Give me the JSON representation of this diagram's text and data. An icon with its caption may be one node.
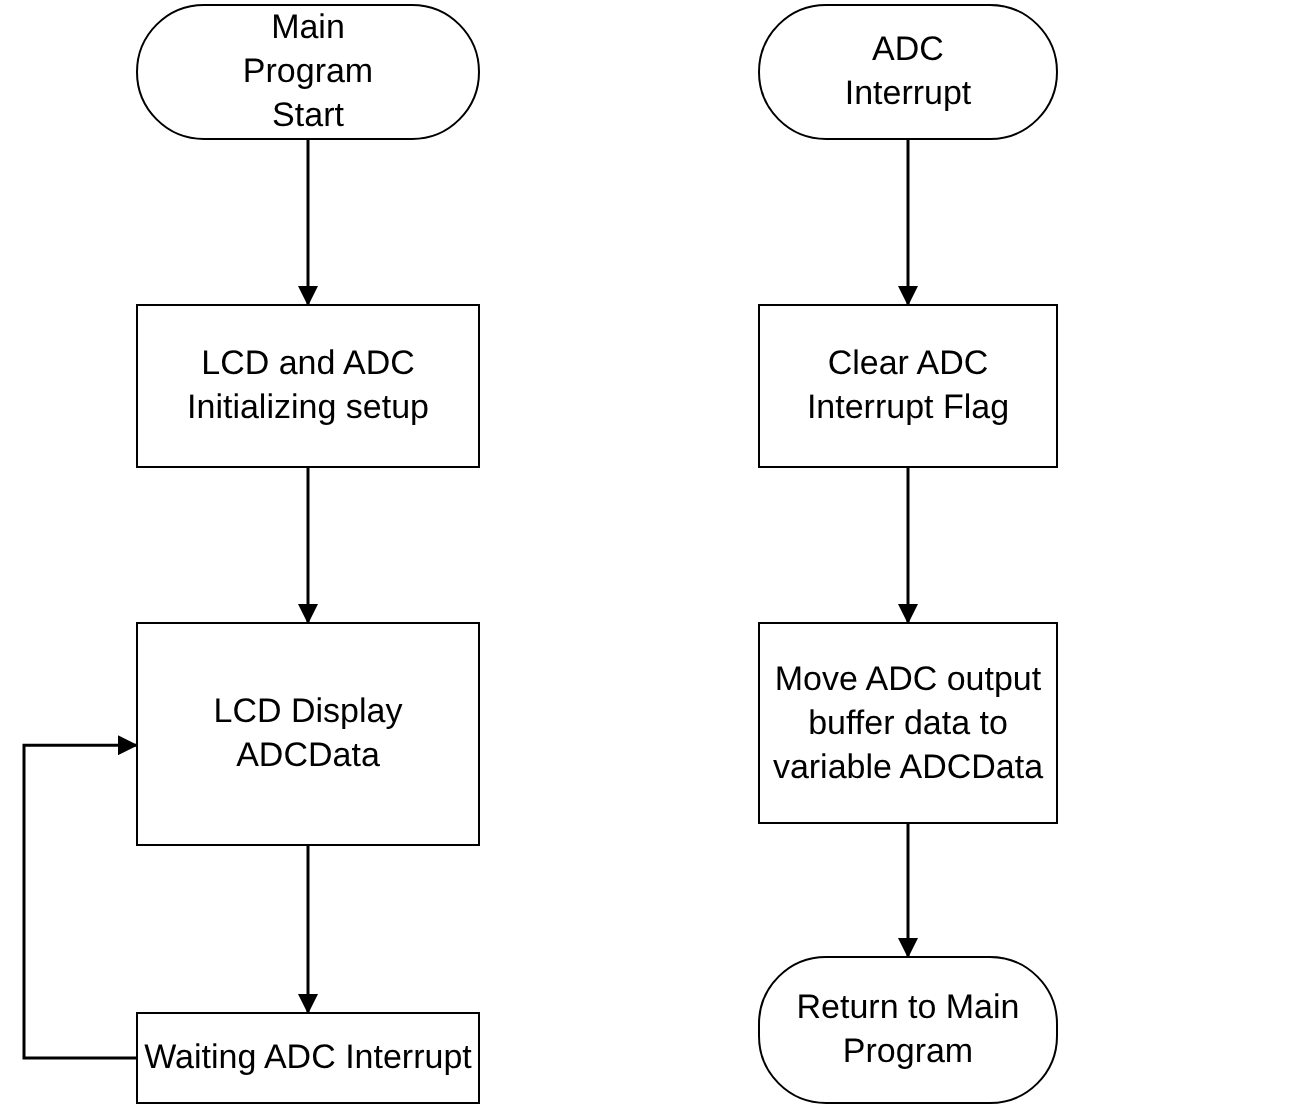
{
  "diagram": {
    "nodes": [
      {
        "text": [
          "Main Program Start"
        ]
      },
      {
        "text": [
          "LCD and ADC Initializing setup"
        ]
      },
      {
        "text": [
          "LCD Display ADCData"
        ]
      },
      {
        "text": [
          "Waiting ADC Interrupt"
        ]
      },
      {
        "text": [
          "ADC Interrupt"
        ]
      },
      {
        "text": [
          "Clear ADC Interrupt Flag"
        ]
      },
      {
        "text": [
          "Move ADC output buffer data to variable ADCData"
        ]
      },
      {
        "text": [
          "Return to Main Program"
        ]
      }
    ],
    "edges": [
      {
        "from": 0,
        "to": 1,
        "arrow": "to"
      },
      {
        "from": 1,
        "to": 2,
        "arrow": "to"
      },
      {
        "from": 2,
        "to": 3,
        "arrow": "to"
      },
      {
        "from": 3,
        "to": 2,
        "arrow": "to"
      },
      {
        "from": 4,
        "to": 5,
        "arrow": "to"
      },
      {
        "from": 5,
        "to": 6,
        "arrow": "to"
      },
      {
        "from": 6,
        "to": 7,
        "arrow": "to"
      }
    ]
  }
}
